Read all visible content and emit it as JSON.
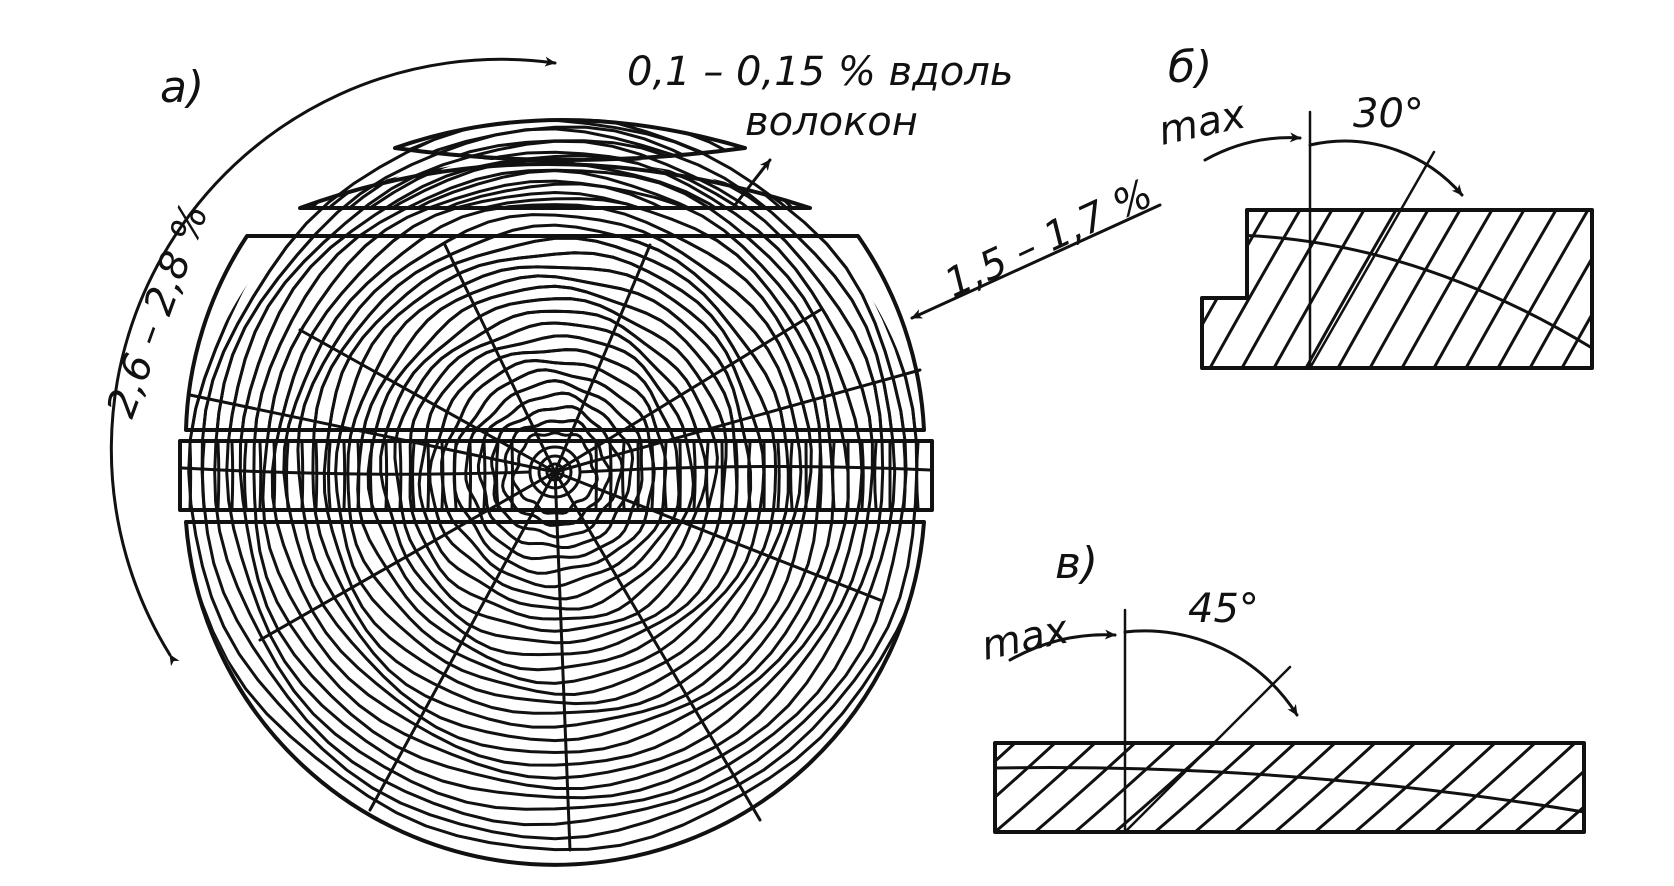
{
  "panels": {
    "a": {
      "label": "а)",
      "along_fibers_top": "0,1 – 0,15 % вдоль",
      "along_fibers_bottom": "волокон",
      "radial_shrinkage": "1,5 – 1,7 %",
      "tangential_shrinkage": "2,6 – 2,8 %"
    },
    "b": {
      "label": "б)",
      "max_label": "max",
      "angle": "30°",
      "angle_deg": 30
    },
    "v": {
      "label": "в)",
      "max_label": "max",
      "angle": "45°",
      "angle_deg": 45
    }
  },
  "colors": {
    "ink": "#111111",
    "paper": "#ffffff"
  }
}
